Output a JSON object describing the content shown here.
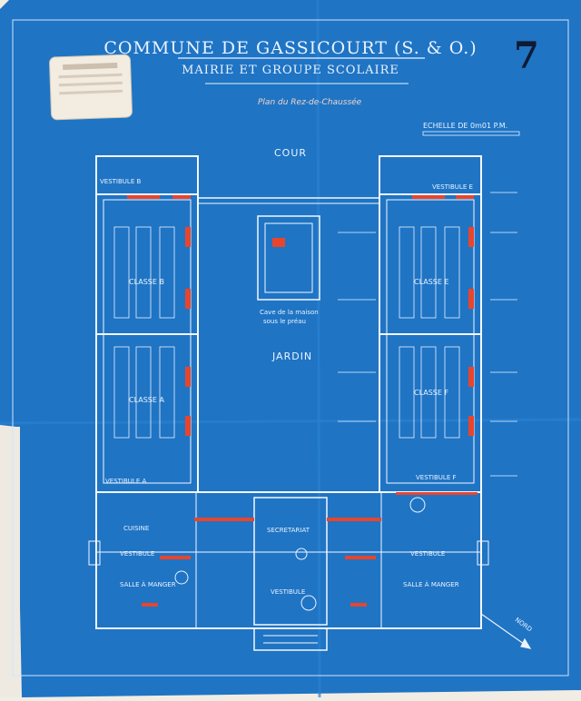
{
  "header": {
    "title": "COMMUNE DE GASSICOURT (S. & O.)",
    "subtitle": "MAIRIE ET GROUPE SCOLAIRE",
    "plan_note": "Plan du Rez-de-Chaussée",
    "scale": "ECHELLE DE 0m01 P.M.",
    "sheet_number": "7"
  },
  "plan": {
    "court_label": "COUR",
    "garden_label": "JARDIN",
    "class_b": "CLASSE B",
    "class_a": "CLASSE A",
    "class_e": "CLASSE E",
    "class_f": "CLASSE F",
    "vestibule_b": "VESTIBULE B",
    "vestibule_a": "VESTIBULE A",
    "vestibule_e": "VESTIBULE E",
    "vestibule_f": "VESTIBULE F",
    "cour_note": "Cave de la maison",
    "cour_note2": "sous le préau",
    "secretariat": "SECRETARIAT",
    "vestibule_center": "VESTIBULE",
    "cuisine": "CUISINE",
    "vestibule_left": "VESTIBULE",
    "vestibule_right": "VESTIBULE",
    "salle_left": "SALLE À MANGER",
    "salle_right": "SALLE À MANGER",
    "nord": "NORD"
  },
  "colors": {
    "paper": "#1f74c4",
    "lines": "#f3f8ff",
    "accent": "#e8452d"
  }
}
